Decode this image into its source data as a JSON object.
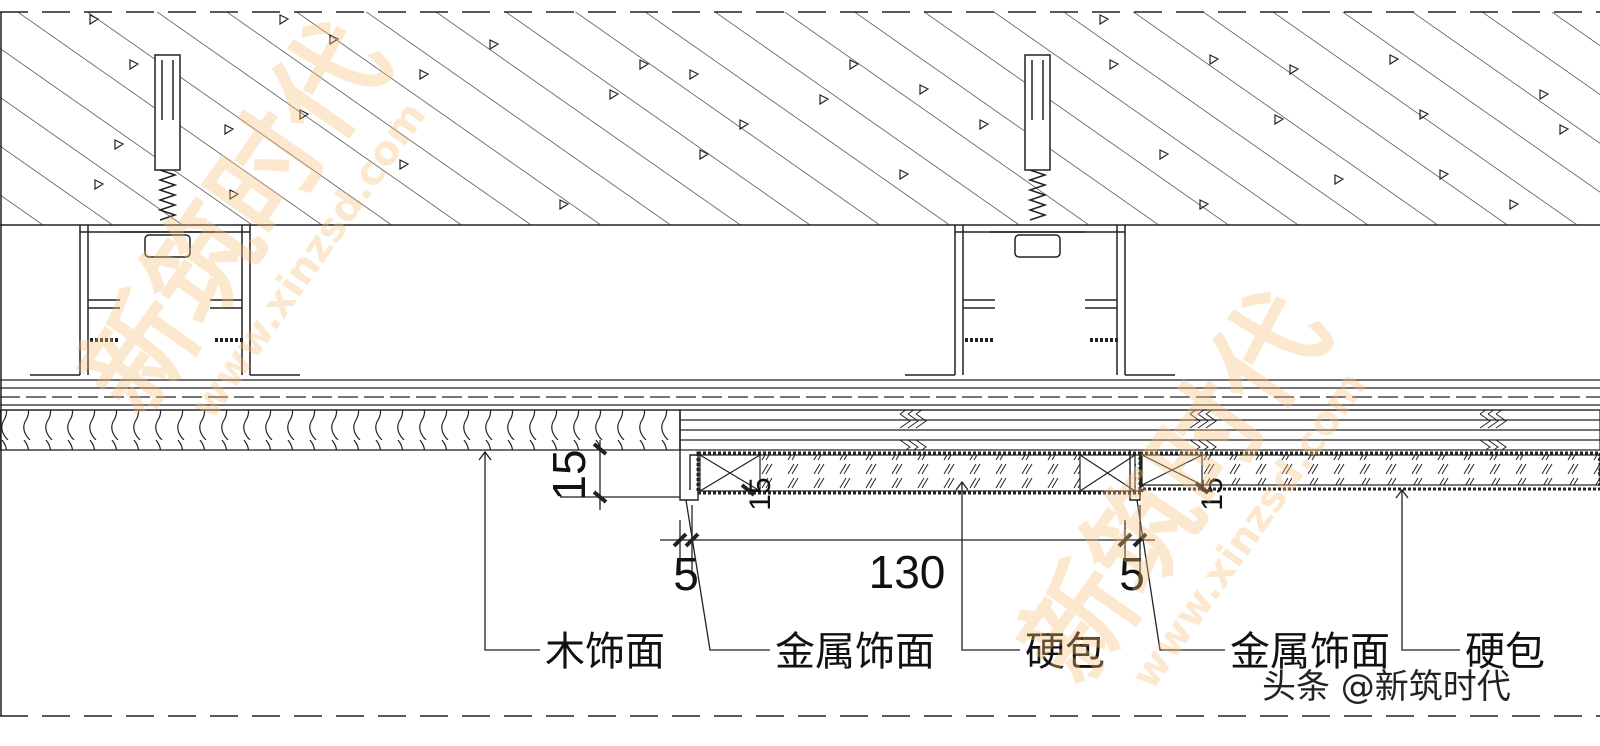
{
  "labels": {
    "wood_finish": "木饰面",
    "metal_finish_1": "金属饰面",
    "hard_pack_1": "硬包",
    "metal_finish_2": "金属饰面",
    "hard_pack_2": "硬包"
  },
  "dimensions": {
    "reveal_depth": "15",
    "panel_width": "130",
    "gap_left": "5",
    "gap_right": "5",
    "inner_depth_1": "15",
    "inner_depth_2": "15"
  },
  "watermark": {
    "brand_1": "新筑时代",
    "url_1": "www.xinzsd.com",
    "brand_2": "新筑时代",
    "url_2": "www.xinzsd.com"
  },
  "credit": "头条 @新筑时代"
}
